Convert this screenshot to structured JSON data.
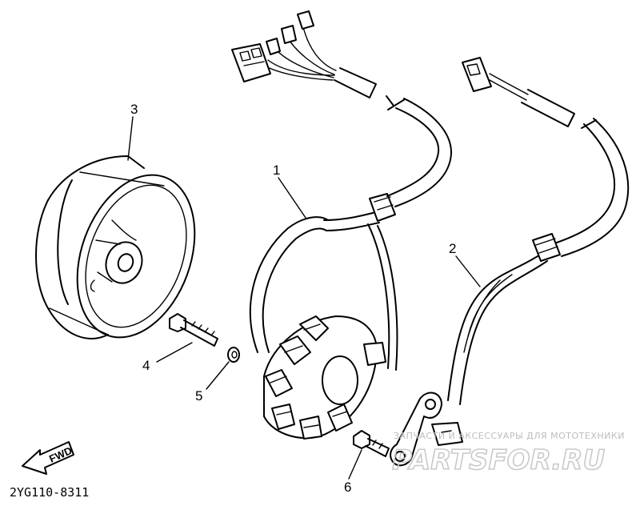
{
  "callouts": {
    "part_1": "1",
    "part_2": "2",
    "part_3": "3",
    "part_4": "4",
    "part_5": "5",
    "part_6": "6"
  },
  "forward_arrow_label": "FWD",
  "diagram_code": "2YG110-8311",
  "watermark": {
    "tagline": "ЗАПЧАСТИ И АКСЕССУАРЫ ДЛЯ МОТОТЕХНИКИ",
    "logo_text": "PARTSFOR.RU"
  },
  "colors": {
    "ink": "#000000",
    "background": "#ffffff",
    "watermark": "#c0c0c0"
  }
}
